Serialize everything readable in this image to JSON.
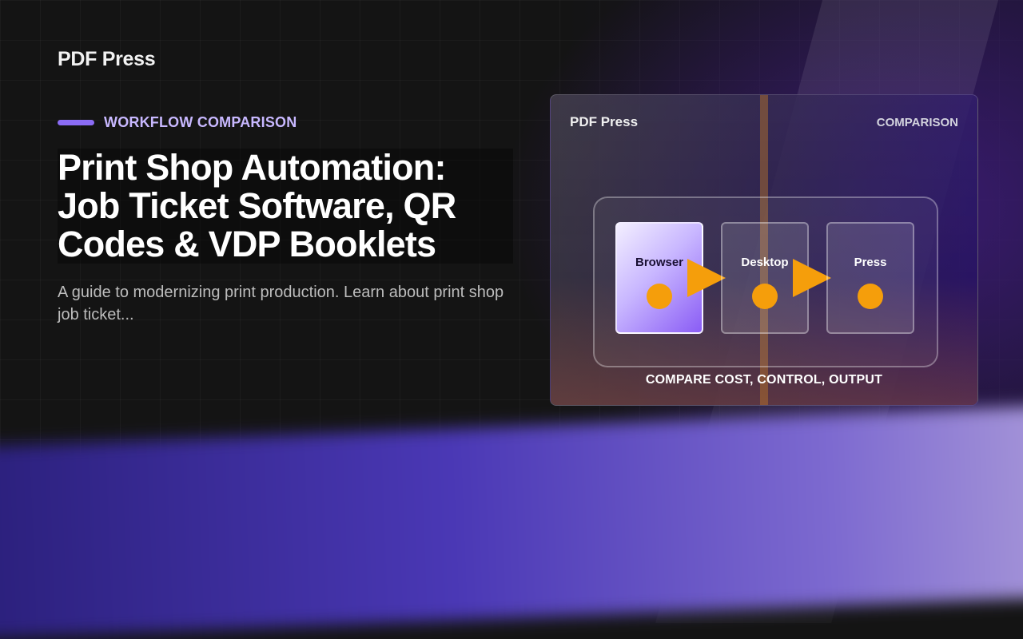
{
  "brand": "PDF Press",
  "eyebrow": "WORKFLOW COMPARISON",
  "title": "Print Shop Automation: Job Ticket Software, QR Codes & VDP Booklets",
  "subtitle": "A guide to modernizing print production. Learn about print shop job ticket...",
  "card": {
    "brand": "PDF Press",
    "tag": "COMPARISON",
    "steps": [
      {
        "label": "Browser"
      },
      {
        "label": "Desktop"
      },
      {
        "label": "Press"
      }
    ],
    "caption": "COMPARE COST, CONTROL, OUTPUT"
  },
  "colors": {
    "accent": "#8b6cf5",
    "eyebrow_text": "#c8b8ff",
    "dot": "#f59e0b",
    "arrow": "#f59e0b"
  },
  "icons": {
    "flow_arrow": "play-triangle-icon",
    "step_marker": "circle-dot-icon"
  }
}
